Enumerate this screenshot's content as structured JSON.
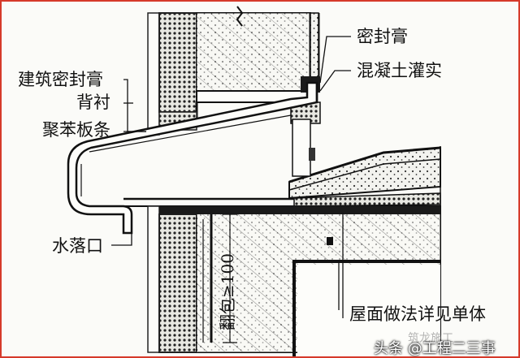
{
  "labels": {
    "sealant_top": "密封膏",
    "concrete_fill": "混凝土灌实",
    "building_sealant": "建筑密封膏",
    "backing": "背衬",
    "polystyrene_strip": "聚苯板条",
    "drain_outlet": "水落口",
    "roof_detail": "屋面做法详见单体",
    "dimension": "翻包≥100"
  },
  "watermark": {
    "brand": "筑龙施工",
    "credit": "头条 @工程二三事"
  },
  "colors": {
    "border": "#d63a2a",
    "ink": "#111111"
  }
}
